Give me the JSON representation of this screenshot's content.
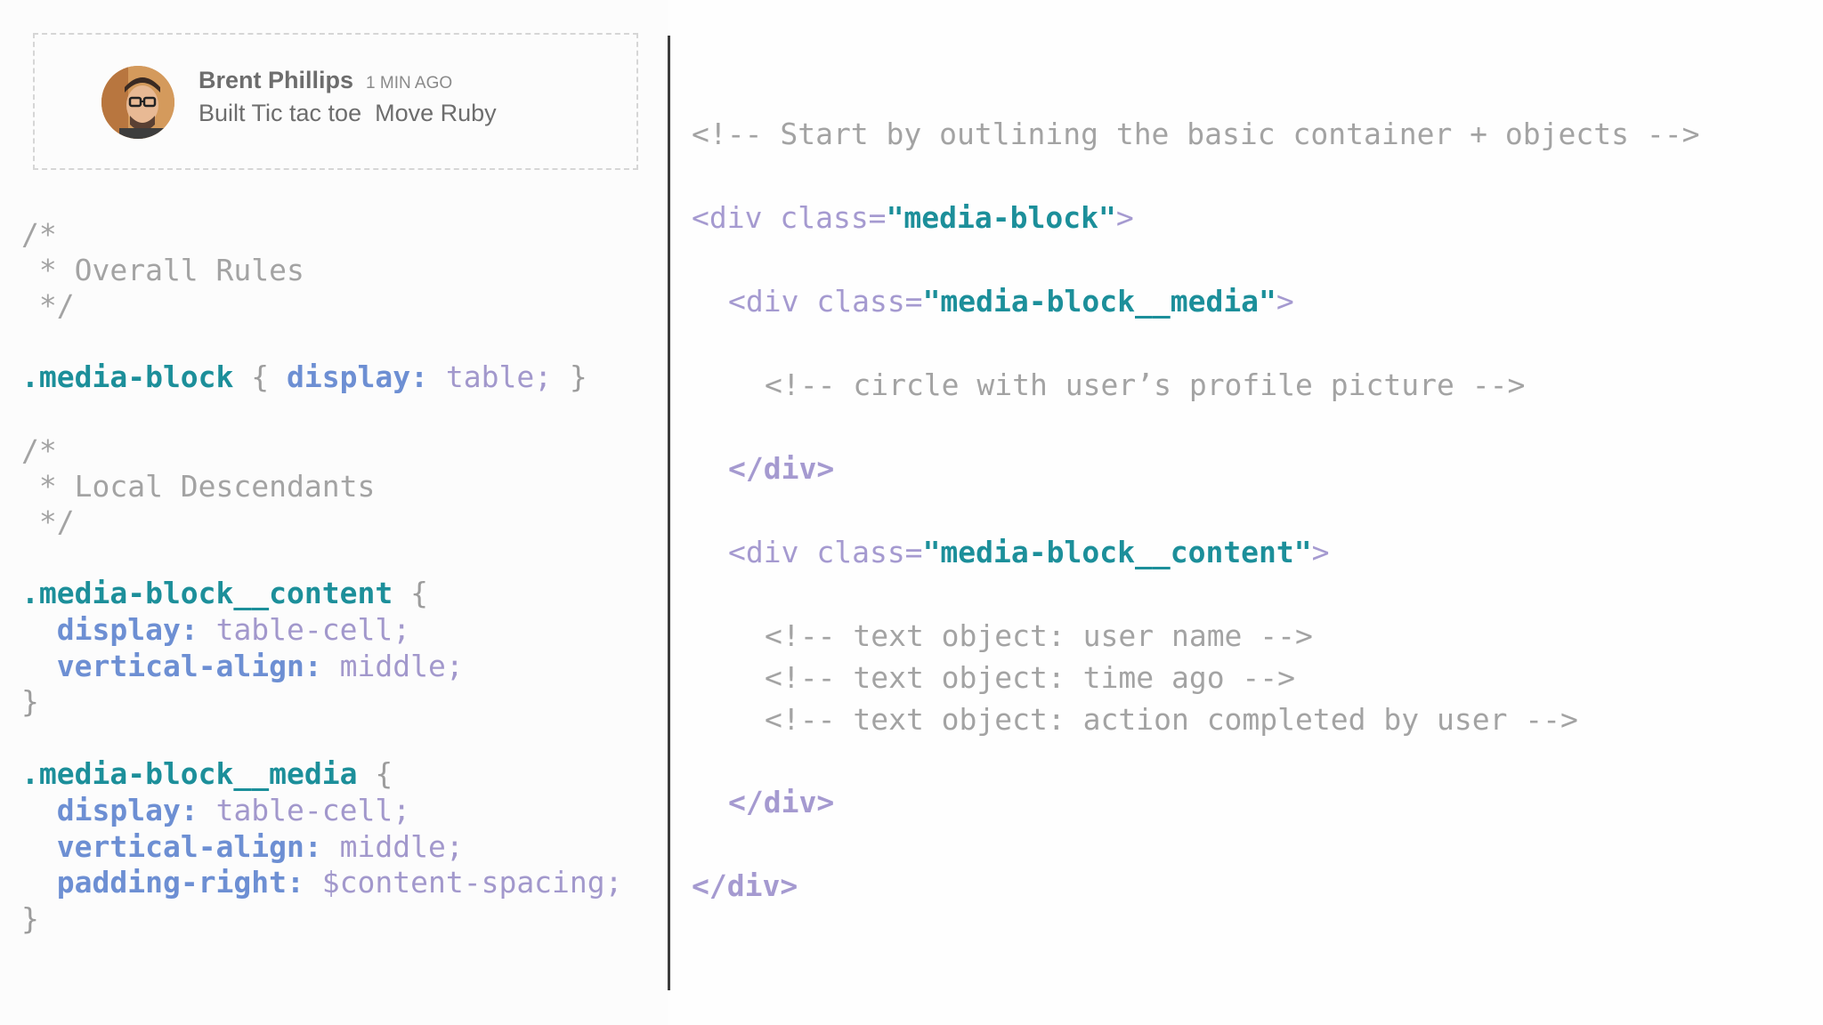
{
  "example": {
    "user_name": "Brent Phillips",
    "time_ago": "1 MIN AGO",
    "action": "Built Tic tac toe  Move Ruby"
  },
  "css_code": {
    "comment1": [
      "/*",
      " * Overall Rules",
      " */"
    ],
    "rule1": {
      "selector": ".media-block",
      "open": " { ",
      "prop": "display:",
      "value": " table;",
      "close": " }"
    },
    "comment2": [
      "/*",
      " * Local Descendants",
      " */"
    ],
    "rule2": {
      "selector": ".media-block__content",
      "open": " {",
      "decl1": {
        "prop": "display:",
        "value": " table-cell;"
      },
      "decl2": {
        "prop": "vertical-align:",
        "value": " middle;"
      },
      "close": "}"
    },
    "rule3": {
      "selector": ".media-block__media",
      "open": " {",
      "decl1": {
        "prop": "display:",
        "value": " table-cell;"
      },
      "decl2": {
        "prop": "vertical-align:",
        "value": " middle;"
      },
      "decl3": {
        "prop": "padding-right:",
        "value": " $content-spacing;"
      },
      "close": "}"
    }
  },
  "html_code": {
    "c1": "<!-- Start by outlining the basic container + objects -->",
    "l1": {
      "open": "<div ",
      "attr": "class=",
      "value": "\"media-block\"",
      "close": ">"
    },
    "l2": {
      "open": "<div ",
      "attr": "class=",
      "value": "\"media-block__media\"",
      "close": ">"
    },
    "c2": "<!-- circle with user’s profile picture -->",
    "l3": "</div>",
    "l4": {
      "open": "<div ",
      "attr": "class=",
      "value": "\"media-block__content\"",
      "close": ">"
    },
    "c3": "<!-- text object: user name -->",
    "c4": "<!-- text object: time ago -->",
    "c5": "<!-- text object: action completed by user -->",
    "l5": "</div>",
    "l6": "</div>"
  },
  "colors": {
    "selector": "#1c8f9a",
    "property": "#6d8fd3",
    "value": "#a298cc",
    "comment": "#a3a3a3",
    "divider": "#3c3c3c"
  }
}
